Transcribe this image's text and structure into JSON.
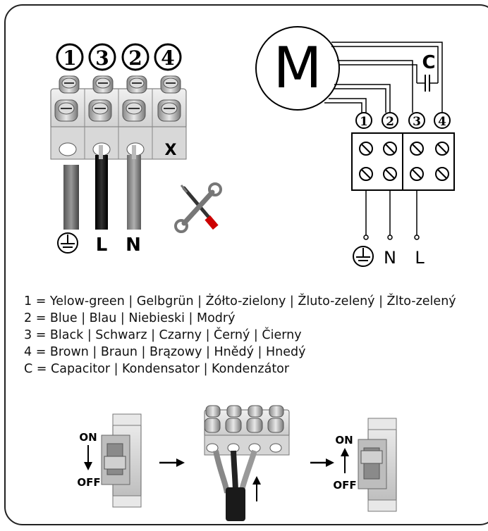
{
  "terminal_numbers": [
    "1",
    "3",
    "2",
    "4"
  ],
  "terminal_x_mark": "X",
  "wire_labels": {
    "l": "L",
    "n": "N"
  },
  "motor": {
    "label": "M"
  },
  "capacitor_label": "C",
  "schematic_numbers": [
    "1",
    "2",
    "3",
    "4"
  ],
  "supply_labels": {
    "n": "N",
    "l": "L"
  },
  "legend": [
    "1 = Yelow-green | Gelbgrün | Żółto-zielony | Žluto-zelený | Žlto-zelený",
    "2 = Blue | Blau | Niebieski | Modrý",
    "3 = Black | Schwarz | Czarny | Černý | Čierny",
    "4 = Brown | Braun | Brązowy | Hnědý | Hnedý",
    "C = Capacitor | Kondensator | Kondenzátor"
  ],
  "steps": {
    "on_label": "ON",
    "off_label": "OFF"
  },
  "icons": [
    "earth-icon",
    "tools-icon",
    "arrow-right-icon",
    "arrow-up-icon",
    "arrow-down-icon"
  ]
}
